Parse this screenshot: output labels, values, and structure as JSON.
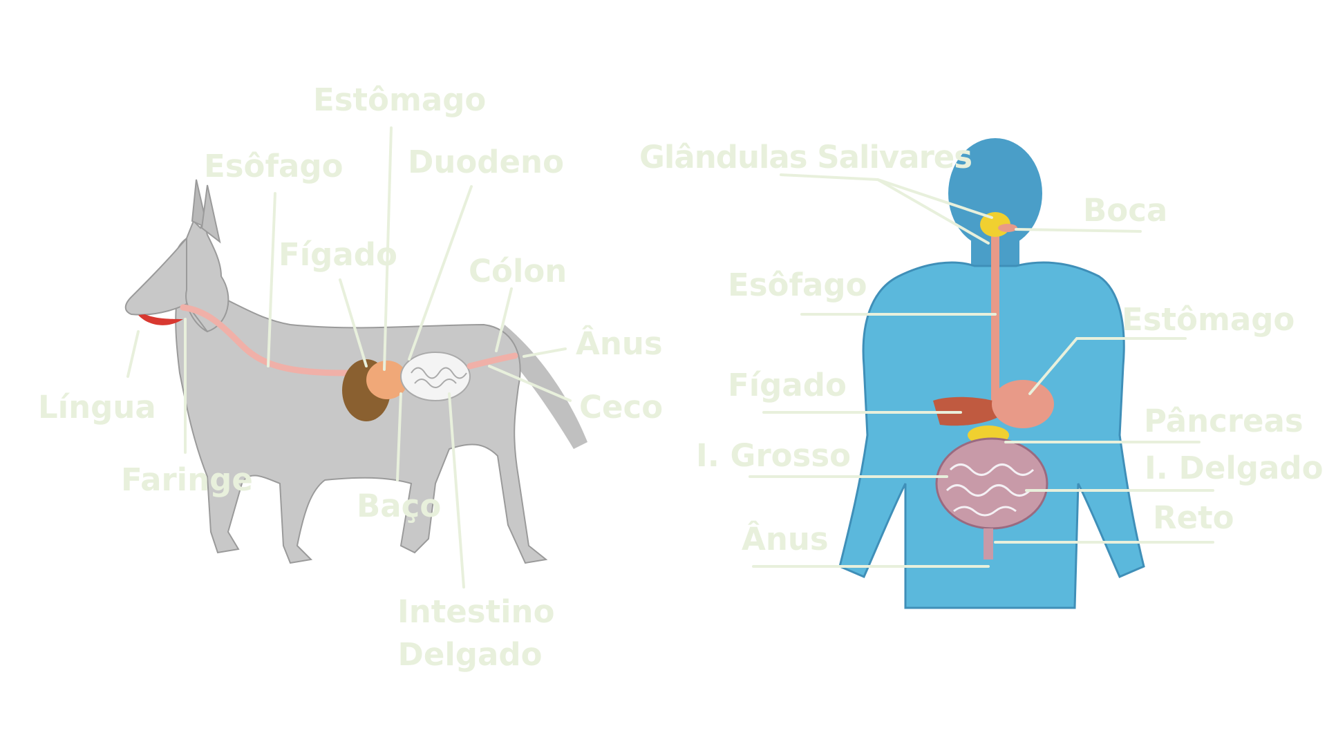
{
  "colors": {
    "label": "#e8f0dc",
    "leader_line": "#e8f0dc",
    "dog_body": "#c8c8c8",
    "human_body": "#5bb8dc",
    "esophagus": "#f0b0a8",
    "stomach": "#f0a878",
    "liver": "#8a6030",
    "intestine": "#f4f4f4",
    "tongue": "#d83830"
  },
  "dog": {
    "labels": {
      "estomago": "Estômago",
      "duodeno": "Duodeno",
      "esofago": "Esôfago",
      "figado": "Fígado",
      "colon": "Cólon",
      "anus": "Ânus",
      "lingua": "Língua",
      "ceco": "Ceco",
      "faringe": "Faringe",
      "baco": "Baço",
      "intestino_line1": "Intestino",
      "intestino_line2": "Delgado"
    }
  },
  "human": {
    "labels": {
      "glandulas": "Glândulas Salivares",
      "boca": "Boca",
      "esofago": "Esôfago",
      "estomago": "Estômago",
      "figado": "Fígado",
      "pancreas": "Pâncreas",
      "grosso": "I.  Grosso",
      "delgado": "I.  Delgado",
      "reto": "Reto",
      "anus": "Ânus"
    }
  }
}
